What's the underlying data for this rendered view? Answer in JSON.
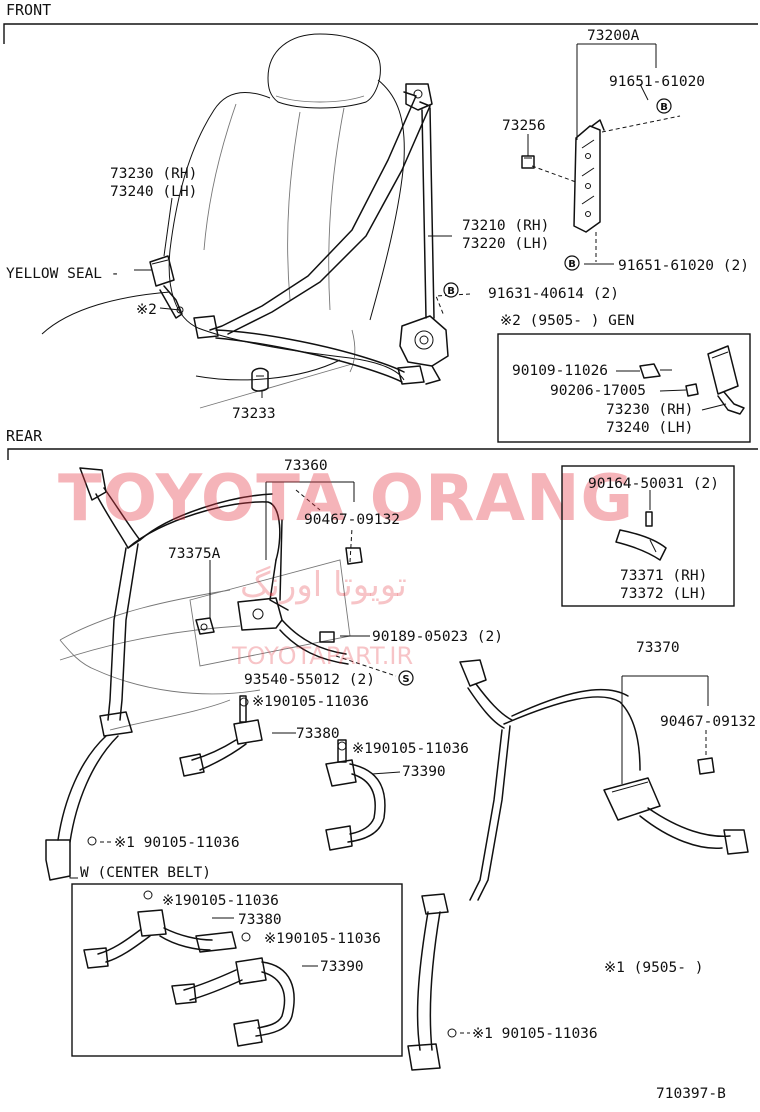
{
  "sections": {
    "front": "FRONT",
    "rear": "REAR"
  },
  "watermark": {
    "main": "TOYOTA ORANG",
    "arabic": "تويوتا اورنگ",
    "url": "TOYOTAPART.IR"
  },
  "front_labels": {
    "p73200a": "73200A",
    "p91651a": "91651-61020",
    "p73256": "73256",
    "p73230_rh": "73230 (RH)",
    "p73240_lh": "73240 (LH)",
    "p73210_rh": "73210 (RH)",
    "p73220_lh": "73220 (LH)",
    "yellow_seal": "YELLOW SEAL -",
    "p91651b": "91651-61020 (2)",
    "p91631": "91631-40614 (2)",
    "mark2": "※2",
    "p73233": "73233"
  },
  "gen_box": {
    "title": "※2 (9505-       ) GEN",
    "p90109": "90109-11026",
    "p90206": "90206-17005",
    "p73230": "73230 (RH)",
    "p73240": "73240 (LH)"
  },
  "rear_labels": {
    "p73360": "73360",
    "p90467a": "90467-09132",
    "p73375a": "73375A",
    "p90189": "90189-05023 (2)",
    "p93540": "93540-55012 (2)",
    "p90105a": "※190105-11036",
    "p73380": "73380",
    "p90105b": "※190105-11036",
    "p73390": "73390",
    "p90105c": "※1 90105-11036",
    "p73370": "73370",
    "p90467b": "90467-09132",
    "mark1": "※1 (9505-       )",
    "p90105d": "※1 90105-11036"
  },
  "inset_box": {
    "p90164": "90164-50031 (2)",
    "p73371": "73371 (RH)",
    "p73372": "73372 (LH)"
  },
  "center_box": {
    "title": "W (CENTER BELT)",
    "p90105a": "※190105-11036",
    "p73380": "73380",
    "p90105b": "※190105-11036",
    "p73390": "73390"
  },
  "figure_code": "710397-B",
  "circle_letters": {
    "b": "B",
    "s": "S"
  }
}
